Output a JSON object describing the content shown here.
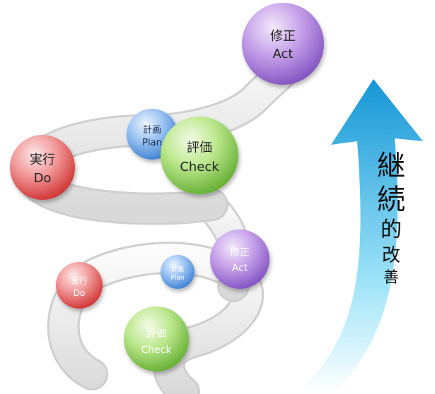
{
  "colors": {
    "act": "#a77ad6",
    "plan": "#5e9ce6",
    "check": "#8ed35a",
    "do": "#e85a5a",
    "arrow_light": "#b9eefc",
    "arrow_dark": "#1596d6"
  },
  "upper_cycle": {
    "act": {
      "jp": "修正",
      "en": "Act"
    },
    "plan": {
      "jp": "計画",
      "en": "Plan"
    },
    "check": {
      "jp": "評価",
      "en": "Check"
    },
    "do": {
      "jp": "実行",
      "en": "Do"
    }
  },
  "lower_cycle": {
    "act": {
      "jp": "修正",
      "en": "Act"
    },
    "plan": {
      "jp": "計画",
      "en": "Plan"
    },
    "check": {
      "jp": "評価",
      "en": "Check"
    },
    "do": {
      "jp": "実行",
      "en": "Do"
    }
  },
  "arrow_label_chars": [
    "継",
    "続",
    "的",
    "改",
    "善"
  ]
}
